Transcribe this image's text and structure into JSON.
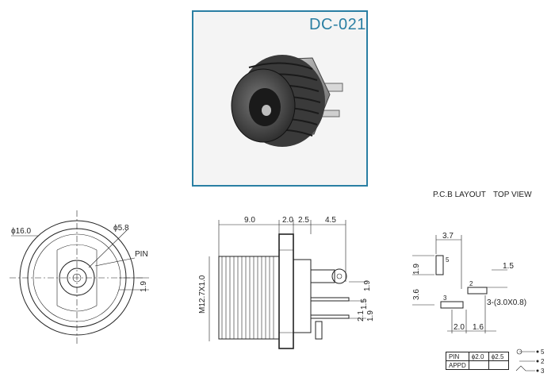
{
  "model": "DC-021",
  "headers": {
    "pcb_layout": "P.C.B LAYOUT",
    "top_view": "TOP VIEW"
  },
  "front_view": {
    "outer_diameter": "ϕ16.0",
    "inner_diameter": "ϕ5.8",
    "pin_label": "PIN",
    "offset": "1.9"
  },
  "side_view": {
    "thread": "M12.7X1.0",
    "top_dims": [
      "9.0",
      "2.0",
      "2.5",
      "4.5"
    ],
    "right_dims": [
      "1.9",
      "1.5",
      "2.1",
      "1.9"
    ]
  },
  "pcb_layout": {
    "dims": [
      "3.7",
      "1.9",
      "3.6",
      "1.5",
      "2.0",
      "1.6"
    ],
    "slot_spec": "3-(3.0X0.8)",
    "pad_labels": [
      "5",
      "2",
      "3"
    ]
  },
  "pin_table": {
    "rows": [
      [
        "PIN",
        "ϕ2.0",
        "ϕ2.5"
      ],
      [
        "APPD",
        "",
        ""
      ]
    ]
  },
  "schematic": {
    "pins": [
      "5",
      "2",
      "3"
    ]
  }
}
